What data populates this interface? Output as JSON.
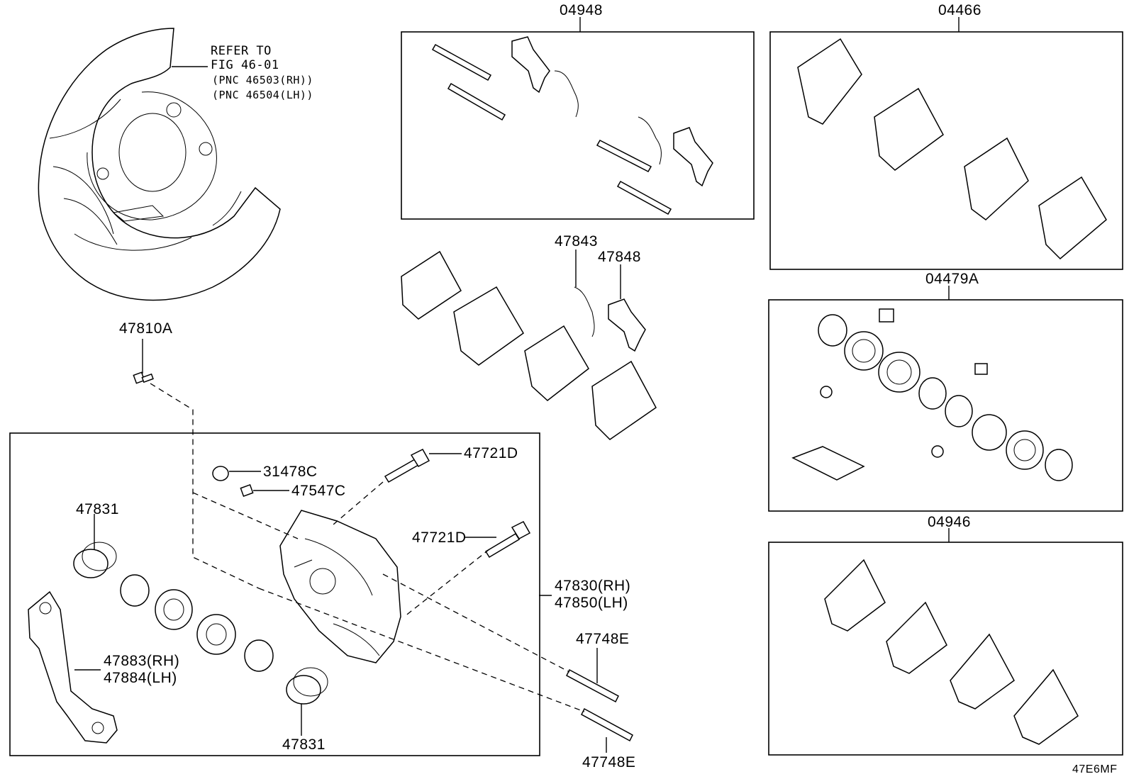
{
  "callouts": {
    "refer_1": "REFER TO",
    "refer_2": "FIG 46-01",
    "refer_3": "(PNC 46503(RH))",
    "refer_4": "(PNC 46504(LH))",
    "p47810A": "47810A",
    "p04948": "04948",
    "p04466": "04466",
    "p47843": "47843",
    "p47848": "47848",
    "p04479A": "04479A",
    "p04946": "04946",
    "p31478C": "31478C",
    "p47547C": "47547C",
    "p47721D_top": "47721D",
    "p47721D_mid": "47721D",
    "p47831_top": "47831",
    "p47831_bot": "47831",
    "p47830": "47830(RH)",
    "p47850": "47850(LH)",
    "p47883": "47883(RH)",
    "p47884": "47884(LH)",
    "p47748E_top": "47748E",
    "p47748E_bot": "47748E",
    "figure_code": "47E6MF"
  }
}
